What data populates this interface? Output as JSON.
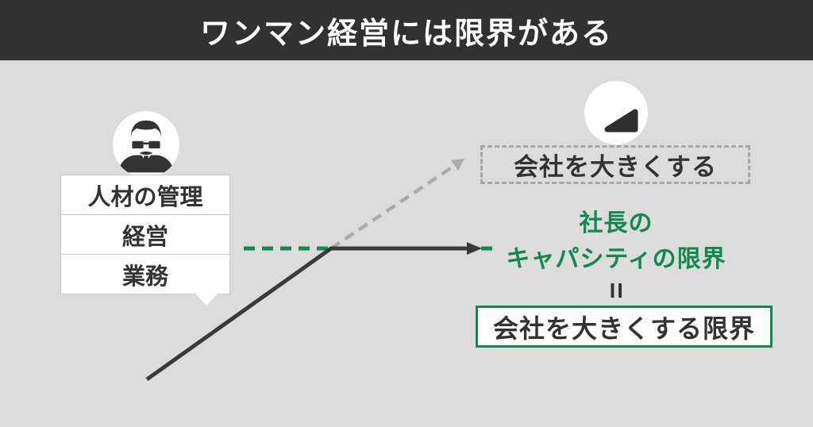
{
  "header": {
    "title": "ワンマン経営には限界がある"
  },
  "president": {
    "icon": "businessman-icon",
    "roles": [
      "人材の管理",
      "経営",
      "業務"
    ]
  },
  "goal": {
    "icon": "growth-wedge-icon",
    "label": "会社を大きくする"
  },
  "capacity": {
    "line1": "社長の",
    "line2": "キャパシティの限界"
  },
  "equals": {
    "symbol": "="
  },
  "limit": {
    "label": "会社を大きくする限界"
  },
  "arrows": [
    {
      "name": "solid-growth-arrow",
      "style": "solid",
      "color": "#3a3a3a",
      "meaning": "actual growth stops at president capacity"
    },
    {
      "name": "dashed-aspiration-arrow",
      "style": "dashed",
      "color": "#ababab",
      "meaning": "desired growth toward bigger company"
    },
    {
      "name": "capacity-dashed-line",
      "style": "dashed",
      "color": "#11894f",
      "meaning": "president capacity level"
    }
  ],
  "colors": {
    "background": "#dcdcdc",
    "header_bg": "#313131",
    "text_dark": "#333333",
    "green": "#11894f",
    "gray_dash": "#ababab"
  }
}
